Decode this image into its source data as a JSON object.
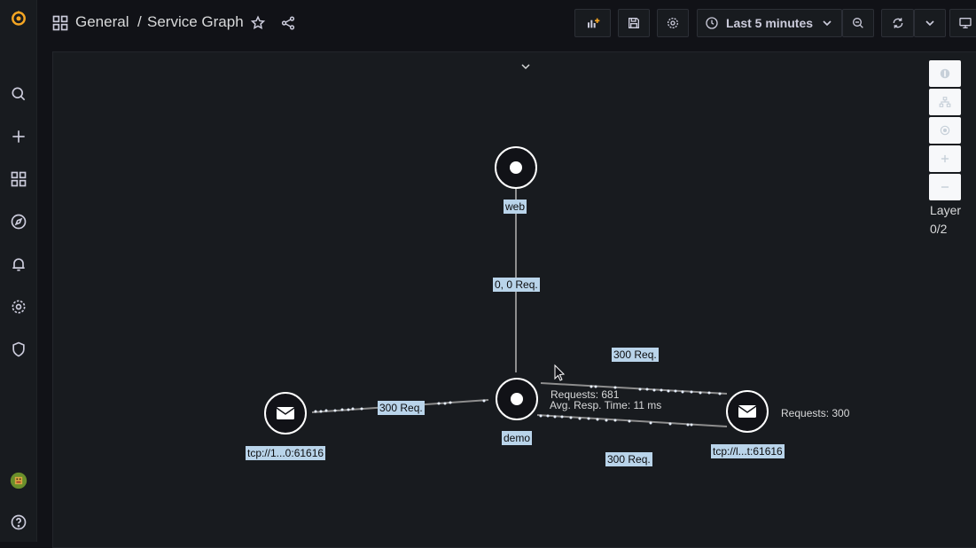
{
  "breadcrumb": {
    "folder": "General",
    "separator": "/",
    "dashboard": "Service Graph"
  },
  "toolbar": {
    "time_range": "Last 5 minutes"
  },
  "graph": {
    "collapse_icon": "chevron-down-icon",
    "nodes": [
      {
        "id": "web",
        "label": "web",
        "icon": "dot-icon"
      },
      {
        "id": "demo",
        "label": "demo",
        "icon": "dot-icon",
        "stats": [
          "Requests: 681",
          "Avg. Resp. Time: 11 ms"
        ]
      },
      {
        "id": "tcp-left",
        "label": "tcp://1...0:61616",
        "icon": "envelope-icon"
      },
      {
        "id": "tcp-right",
        "label": "tcp://l...t:61616",
        "icon": "envelope-icon",
        "stats": [
          "Requests: 300"
        ]
      }
    ],
    "edges": [
      {
        "from": "web",
        "to": "demo",
        "label": "0, 0 Req."
      },
      {
        "from": "tcp-left",
        "to": "demo",
        "label": "300 Req."
      },
      {
        "from": "demo",
        "to": "tcp-right",
        "label": "300 Req."
      },
      {
        "from": "demo",
        "to": "tcp-right",
        "label": "300 Req."
      }
    ]
  },
  "controls": {
    "layer_label": "Layer",
    "layer_value": "0/2"
  },
  "colors": {
    "accent_orange": "#f5a623",
    "node_stroke": "#ffffff",
    "label_bg": "#b9d4ea",
    "background": "#111217"
  }
}
